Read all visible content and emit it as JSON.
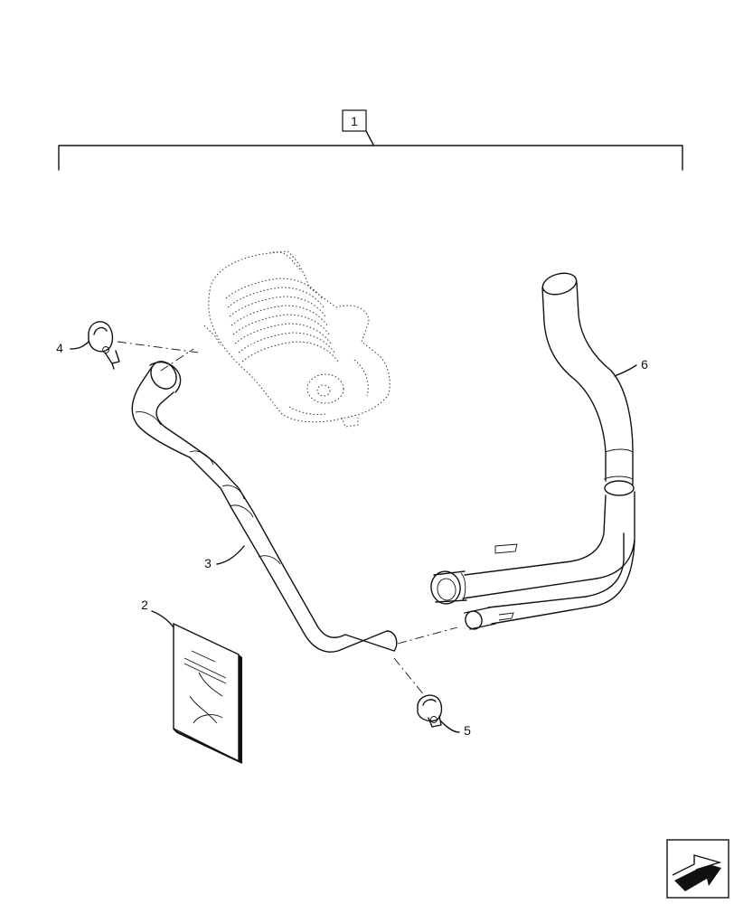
{
  "callouts": {
    "group": "1",
    "manual": "2",
    "pipe_front": "3",
    "clamp_left": "4",
    "clamp_right": "5",
    "pipe_rear": "6"
  },
  "nav": {
    "icon": "next-page-arrow-icon"
  }
}
